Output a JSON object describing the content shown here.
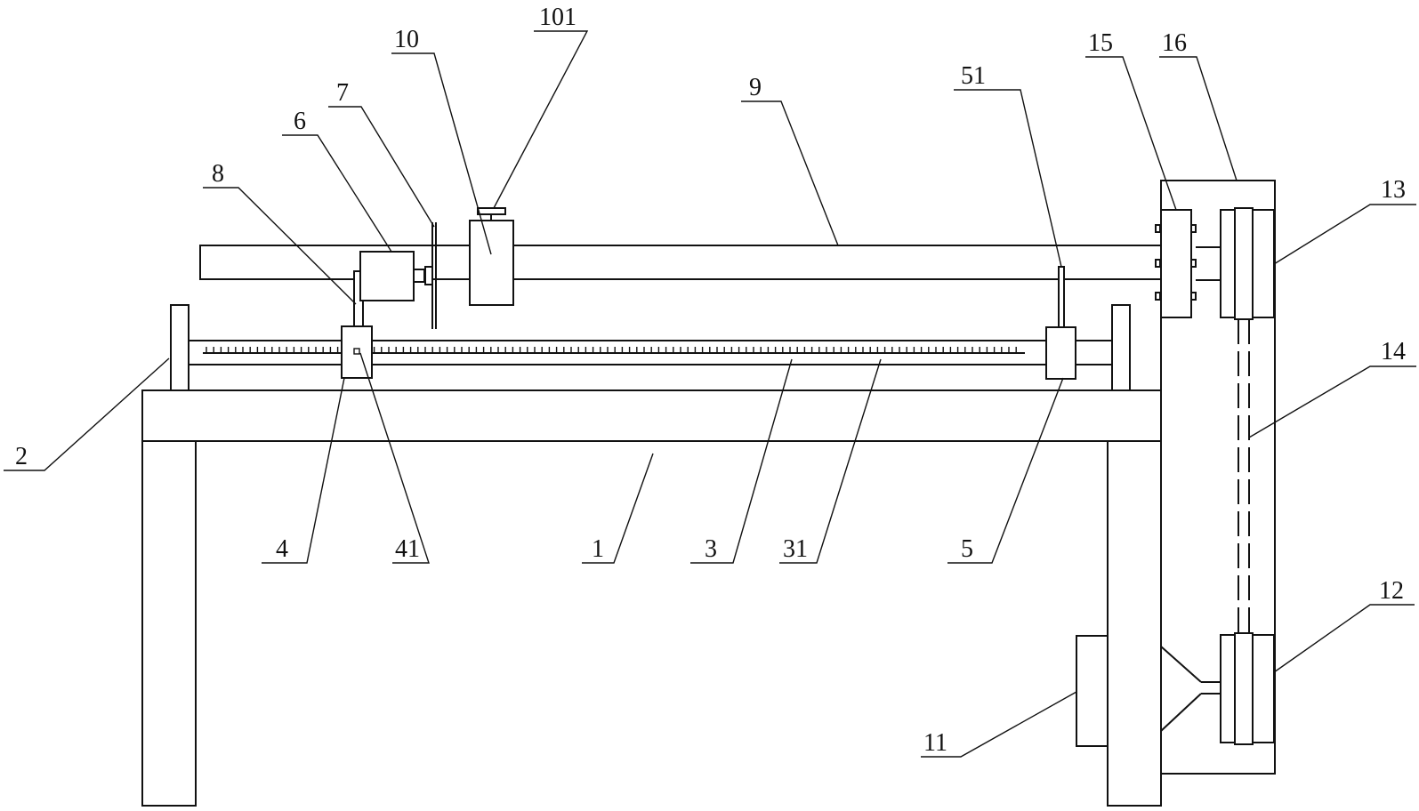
{
  "diagram": {
    "labels": [
      "1",
      "2",
      "3",
      "4",
      "5",
      "6",
      "7",
      "8",
      "9",
      "10",
      "11",
      "12",
      "13",
      "14",
      "15",
      "16",
      "31",
      "41",
      "51",
      "101"
    ]
  }
}
